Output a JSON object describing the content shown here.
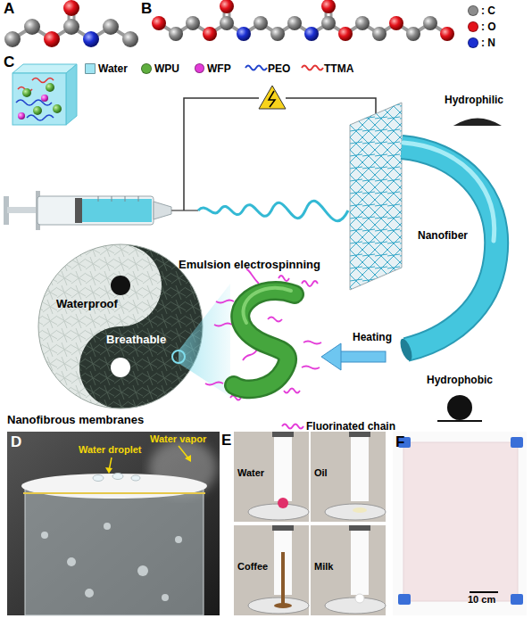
{
  "diagram": {
    "nodes": [
      {
        "text": [
          "Waterproof",
          "Breathable"
        ]
      },
      {
        "text": [
          "Water droplet",
          "Water vapor"
        ]
      },
      {
        "text": [
          "Water"
        ]
      },
      {
        "text": [
          "Oil"
        ]
      },
      {
        "text": [
          "Coffee"
        ]
      },
      {
        "text": [
          "Milk"
        ]
      },
      {
        "text": [
          "10 cm"
        ]
      }
    ],
    "labels": [
      "A",
      "B",
      "C",
      "Emulsion electrospinning",
      "Nanofiber",
      "Hydrophilic",
      "Heating",
      "Hydrophobic",
      "Nanofibrous membranes",
      "D",
      "E",
      "F"
    ],
    "legend": [
      {
        "text": ": C",
        "color": "#8c8c8c"
      },
      {
        "text": ": O",
        "color": "#e3121b"
      },
      {
        "text": ": N",
        "color": "#1b2fd1"
      },
      {
        "text": "Water",
        "color": "#9fe4f2"
      },
      {
        "text": "WPU",
        "color": "#5fae3e"
      },
      {
        "text": "WFP",
        "color": "#e33bd8"
      },
      {
        "text": "PEO"
      },
      {
        "text": "TTMA"
      },
      {
        "text": "Fluorinated chain"
      }
    ]
  }
}
